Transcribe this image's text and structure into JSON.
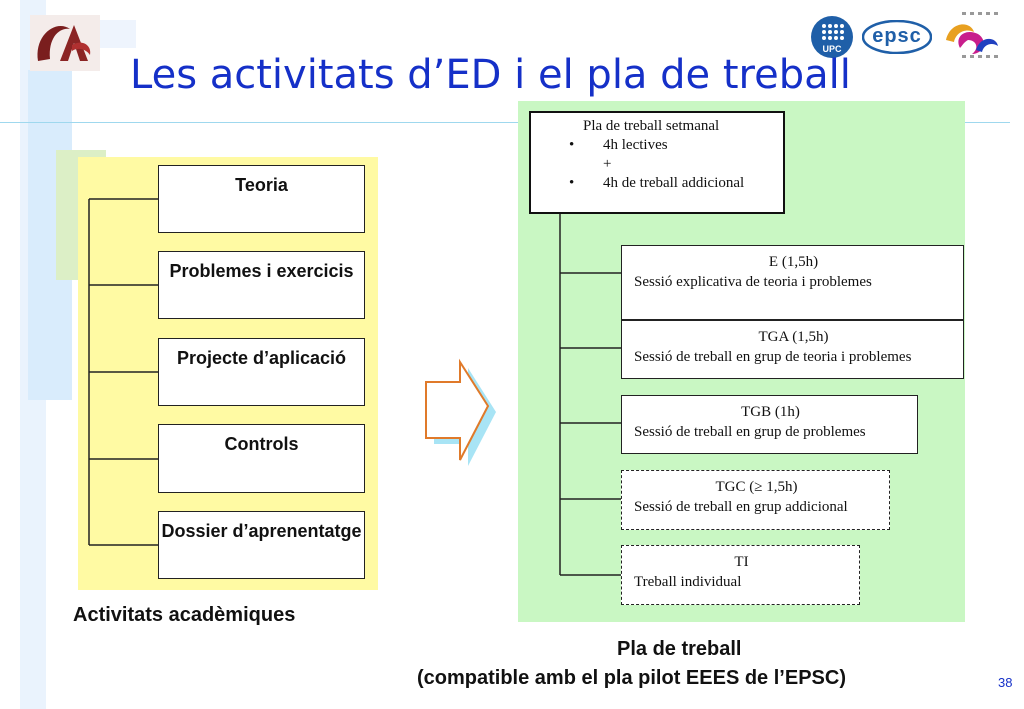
{
  "title": "Les activitats d’ED i el pla de treball",
  "logos": {
    "left": "institution-logo-icon",
    "upc_text": "UPC",
    "epsc_text": "epsc",
    "right": "e-logo-icon"
  },
  "left_panel": {
    "boxes": [
      "Teoria",
      "Problemes i exercicis",
      "Projecte d’aplicació",
      "Controls",
      "Dossier d’aprenentatge"
    ],
    "caption": "Activitats acadèmiques"
  },
  "right_panel": {
    "plan": {
      "heading": "Pla de treball setmanal",
      "item1": "4h lectives",
      "plus": "+",
      "item2": "4h de treball addicional"
    },
    "sessions": [
      {
        "code": "E (1,5h)",
        "desc": "Sessió explicativa  de teoria i problemes"
      },
      {
        "code": "TGA (1,5h)",
        "desc": "Sessió de treball en grup de teoria i problemes"
      },
      {
        "code": "TGB (1h)",
        "desc": "Sessió de treball en grup de problemes"
      },
      {
        "code": "TGC (≥ 1,5h)",
        "desc": "Sessió de treball en grup addicional"
      },
      {
        "code": "TI",
        "desc": "Treball individual"
      }
    ],
    "caption_line1": "Pla de treball",
    "caption_line2": "(compatible amb el pla pilot EEES de l’EPSC)"
  },
  "page_number": "38",
  "colors": {
    "title": "#1530c8",
    "left_panel": "#fffaa3",
    "right_panel": "#c9f7c3",
    "arrow_outline": "#e07a2a",
    "arrow_shadow": "#a8e4f5"
  }
}
